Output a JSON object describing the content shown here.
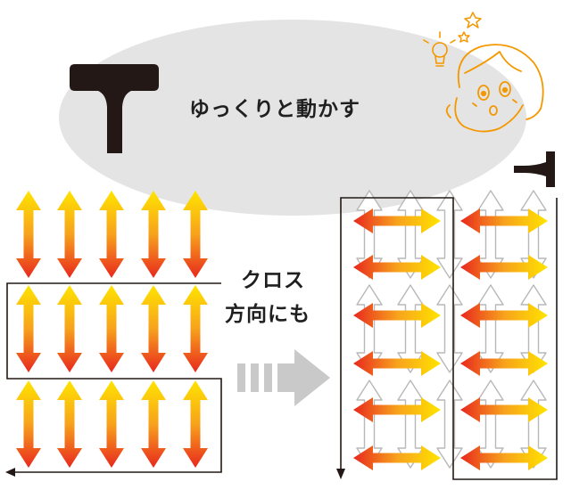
{
  "texts": {
    "caption": "ゆっくりと動かす",
    "cross_line1": "クロス",
    "cross_line2": "方向にも"
  },
  "colors": {
    "arrow_top": "#ffe400",
    "arrow_bottom": "#e8281e",
    "bubble": "#e4e4e4",
    "tool": "#231815",
    "ghost_arrow": "#b8b8b8",
    "big_arrow": "#c9c9c9",
    "character_line": "#f39800"
  },
  "icons": [
    "squeegee-icon",
    "character-thinking-icon",
    "lightbulb-icon",
    "sparkle-icon",
    "forward-arrow-icon"
  ]
}
